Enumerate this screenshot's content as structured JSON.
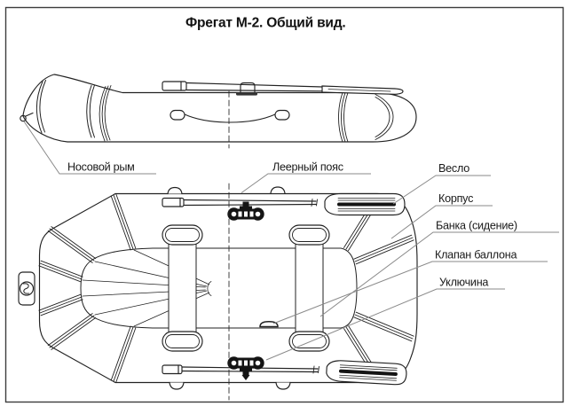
{
  "title": "Фрегат М-2. Общий вид.",
  "labels": {
    "bow_eye": "Носовой рым",
    "grab_line": "Леерный пояс",
    "oar": "Весло",
    "hull": "Корпус",
    "seat": "Банка (сидение)",
    "valve": "Клапан баллона",
    "oarlock": "Уключина"
  },
  "colors": {
    "drawing_line": "#222222",
    "leader_line": "#8a8a8a",
    "fill_black": "#141414",
    "background": "#ffffff",
    "border": "#3c3c3c"
  }
}
